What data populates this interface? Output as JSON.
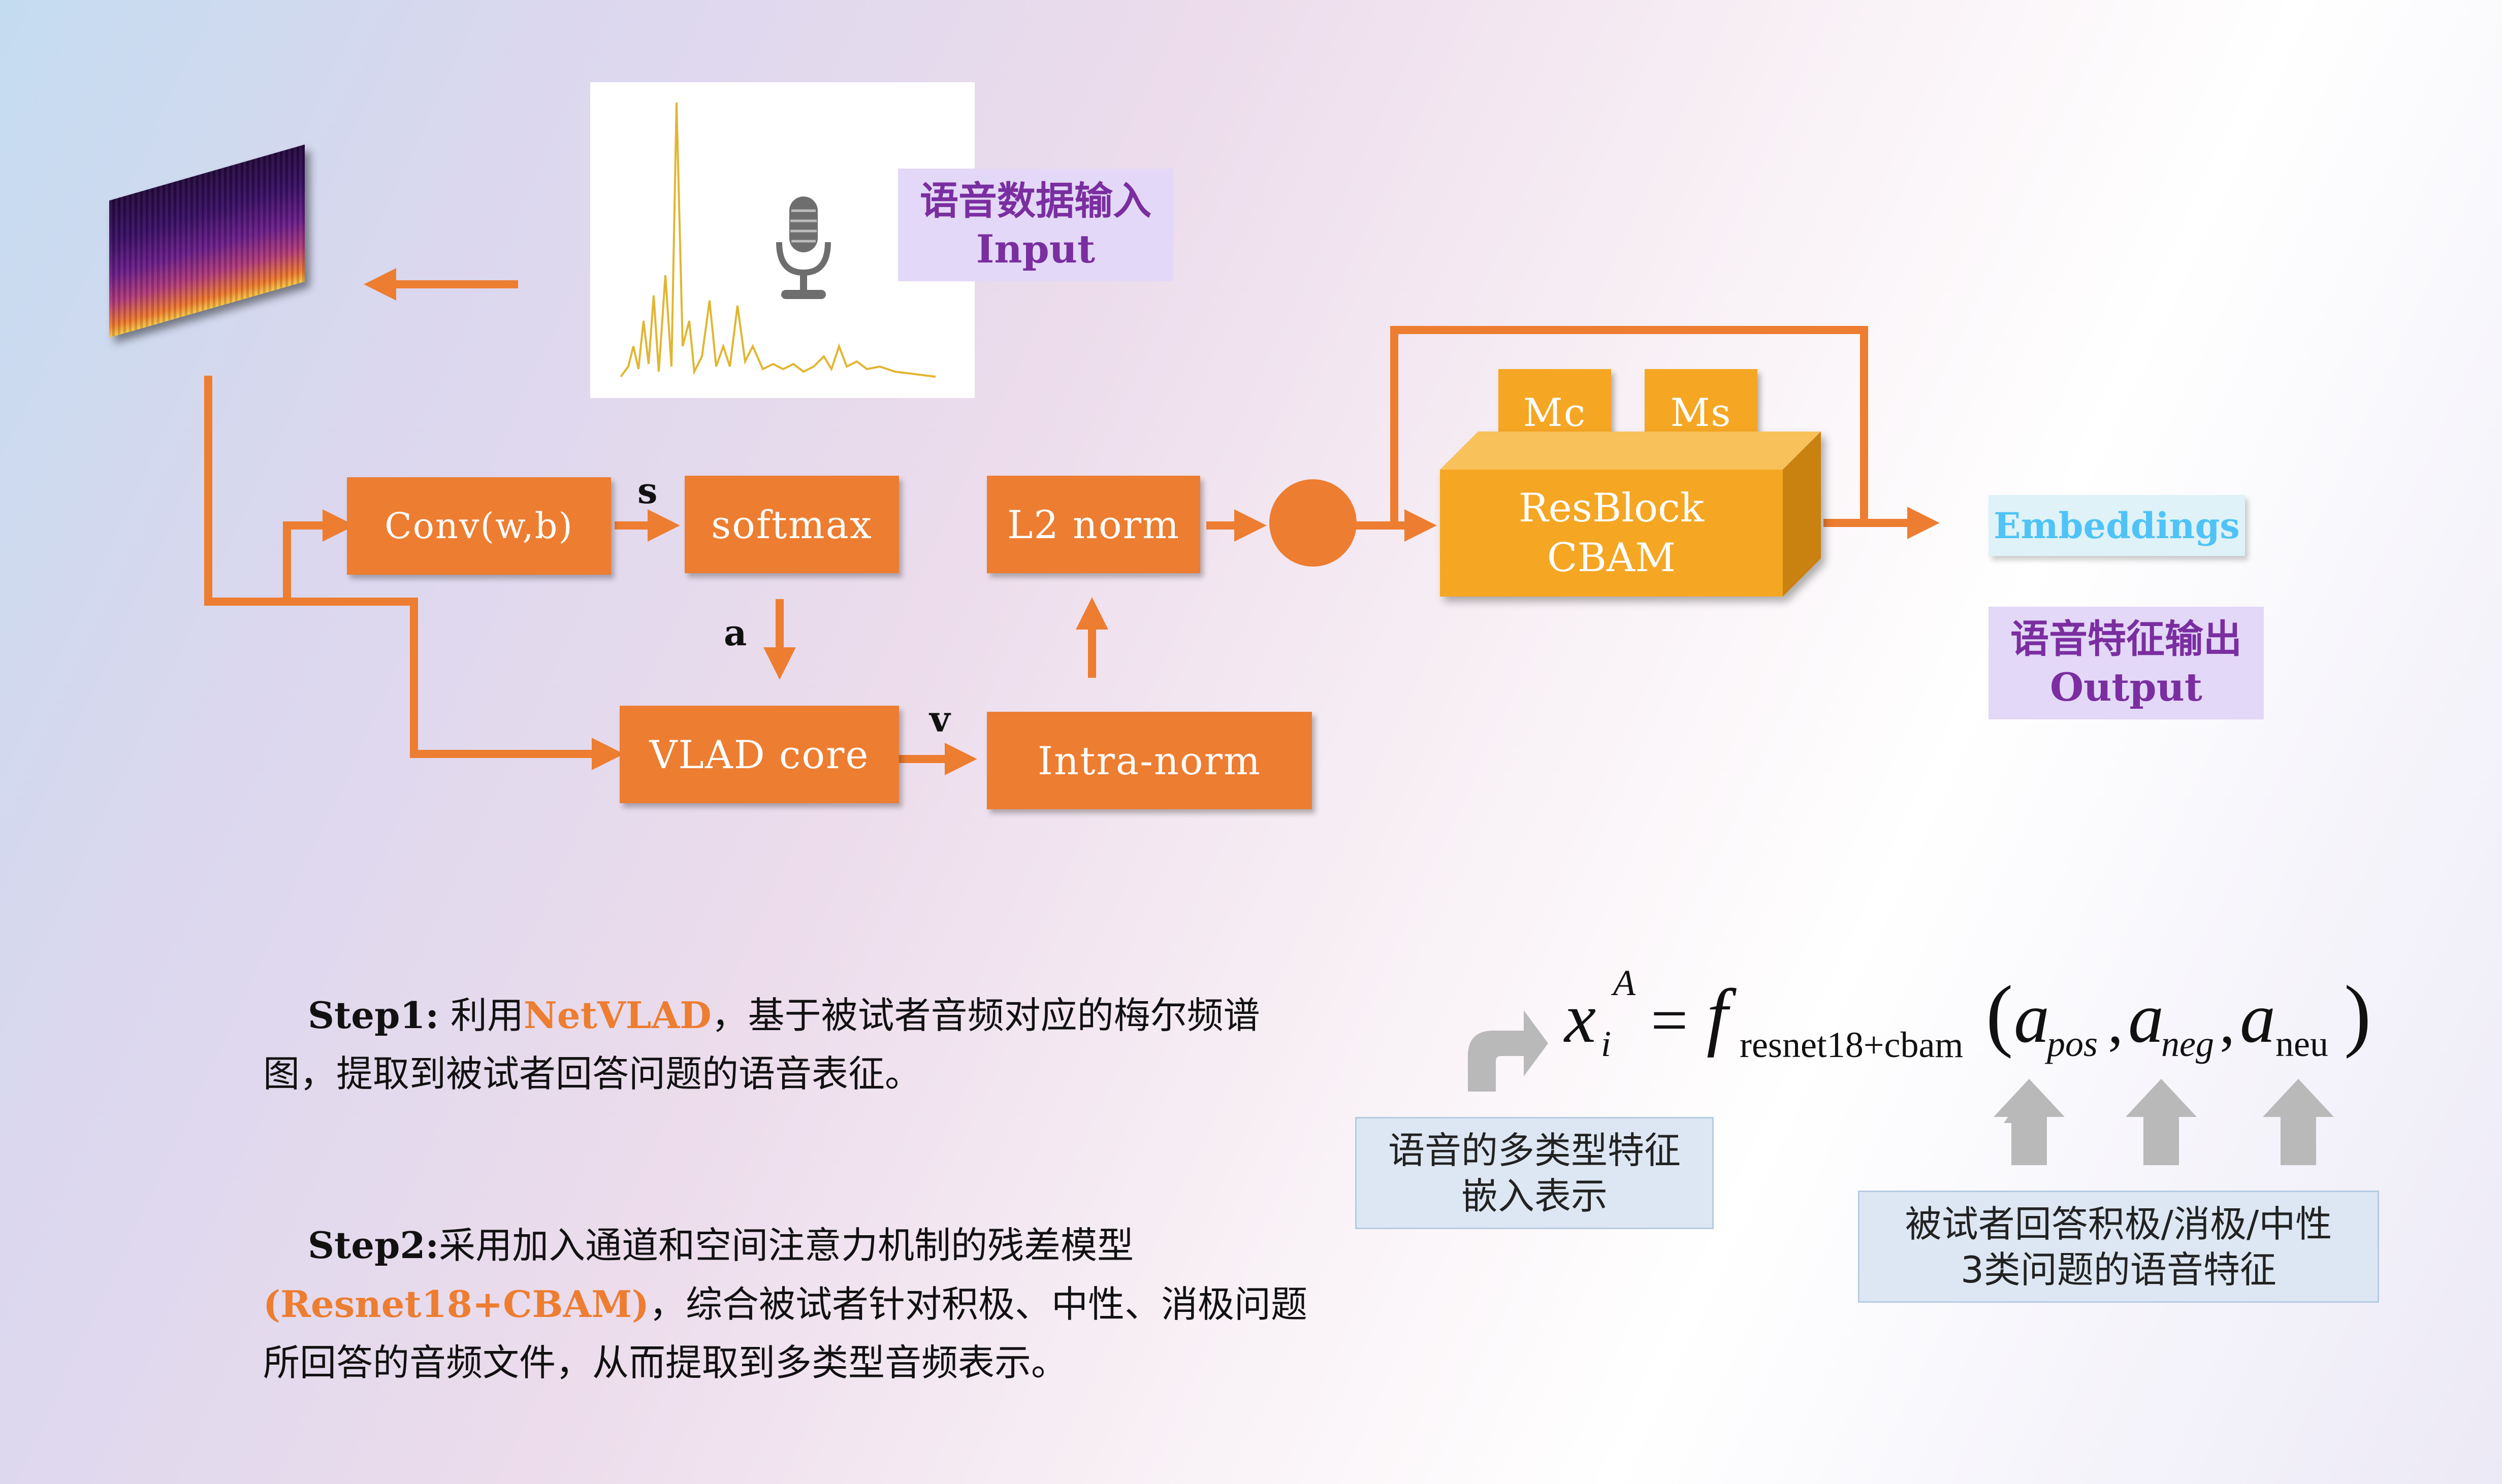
{
  "input_label": {
    "cn": "语音数据输入",
    "en": "Input"
  },
  "output_label": {
    "cn": "语音特征输出",
    "en": "Output"
  },
  "blocks": {
    "conv": "Conv(w,b)",
    "softmax": "softmax",
    "l2norm": "L2 norm",
    "vlad": "VLAD core",
    "intranorm": "Intra-norm",
    "mc": "Mc",
    "ms": "Ms",
    "resblock_line1": "ResBlock",
    "resblock_line2": "CBAM",
    "embeddings": "Embeddings"
  },
  "edge_labels": {
    "s": "s",
    "a": "a",
    "v": "v"
  },
  "step1": {
    "title": "Step1:",
    "pre": " 利用",
    "highlight": "NetVLAD",
    "post": "，基于被试者音频对应的梅尔频谱图，提取到被试者回答问题的语音表征。"
  },
  "step2": {
    "title": "Step2:",
    "pre": "采用加入通道和空间注意力机制的残差模型",
    "highlight": "(Resnet18+CBAM)",
    "post": "，综合被试者针对积极、中性、消极问题所回答的音频文件，从而提取到多类型音频表示。"
  },
  "formula": {
    "lhs": "x",
    "lhs_sub": "i",
    "lhs_sup": "A",
    "eq": "=",
    "f": "f",
    "f_sub": "resnet18+cbam",
    "open": "(",
    "a1": "a",
    "a1_sub": "pos",
    "a2": "a",
    "a2_sub": "neg",
    "a3": "a",
    "a3_sub": "neu",
    "comma": ",",
    "close": ")"
  },
  "formula_note_left": {
    "line1": "语音的多类型特征",
    "line2": "嵌入表示"
  },
  "formula_note_right": {
    "line1": "被试者回答积极/消极/中性",
    "line2": "3类问题的语音特征"
  },
  "colors": {
    "orange": "#ed7d31",
    "resblock": "#f5a623",
    "purple_bg": "#e3d8f7",
    "purple_text": "#7a2ea0",
    "embeddings_text": "#4fc3f7",
    "note_bg": "#dde7f3"
  },
  "icons": [
    "spectrogram-image",
    "waveform-plot",
    "microphone-icon"
  ]
}
